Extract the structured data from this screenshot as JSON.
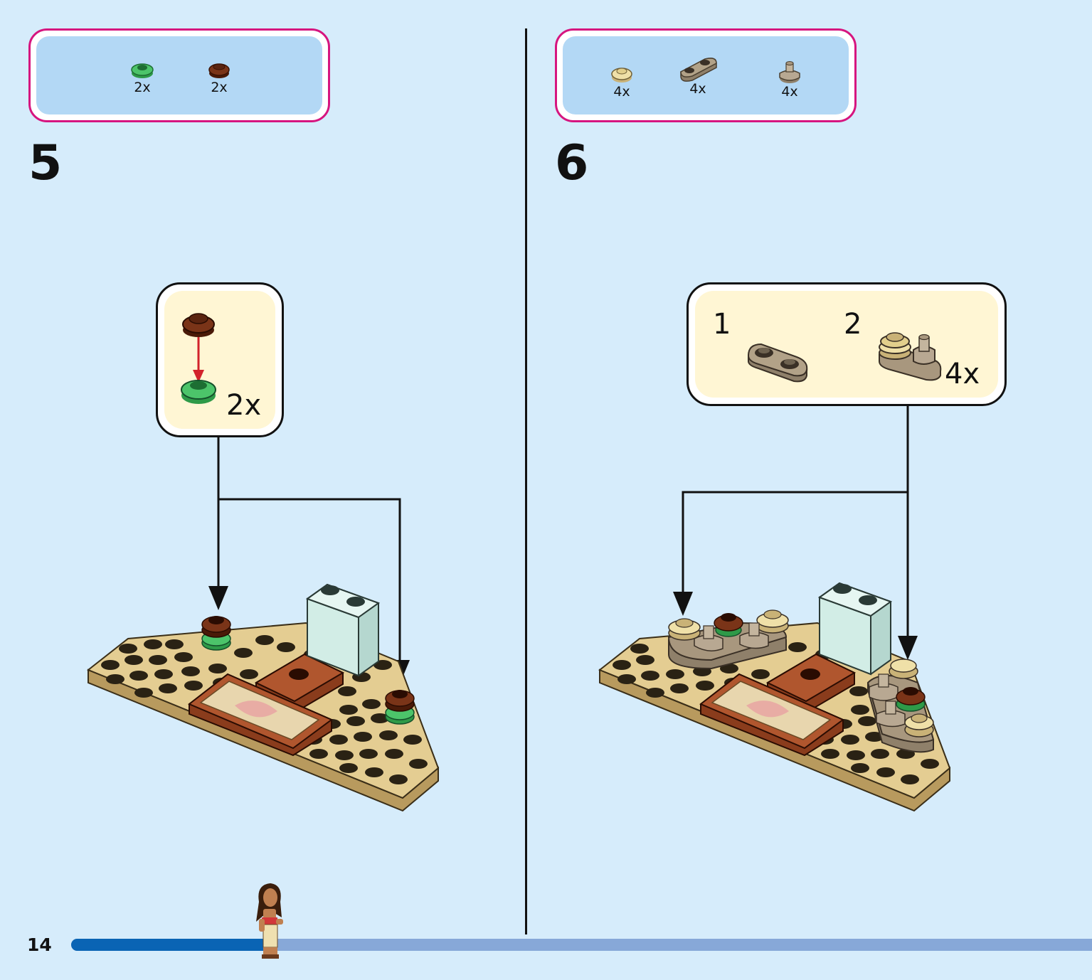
{
  "page": {
    "number": "14",
    "progress": 0.19
  },
  "step5": {
    "number": "5",
    "parts": [
      {
        "qty": "2x",
        "icon": "green-flower-plate-icon",
        "color": "#3cb35a"
      },
      {
        "qty": "2x",
        "icon": "brown-round-plate-icon",
        "color": "#6a2a12"
      }
    ],
    "callout": {
      "qty": "2x"
    }
  },
  "step6": {
    "number": "6",
    "parts": [
      {
        "qty": "4x",
        "icon": "tan-round-plate-icon",
        "color": "#e6d49a"
      },
      {
        "qty": "4x",
        "icon": "dark-tan-two-stud-plate-icon",
        "color": "#a8977e"
      },
      {
        "qty": "4x",
        "icon": "dark-tan-cone-icon",
        "color": "#b8a892"
      }
    ],
    "callout": {
      "sub1": "1",
      "sub2": "2",
      "qty": "4x"
    }
  },
  "colors": {
    "tan": "#e4cd92",
    "dark_tan": "#a8977e",
    "reddish_brown": "#b0562e",
    "light_aqua": "#d2ede6",
    "accent_pink": "#d6157f",
    "progress": "#0a64b4"
  }
}
